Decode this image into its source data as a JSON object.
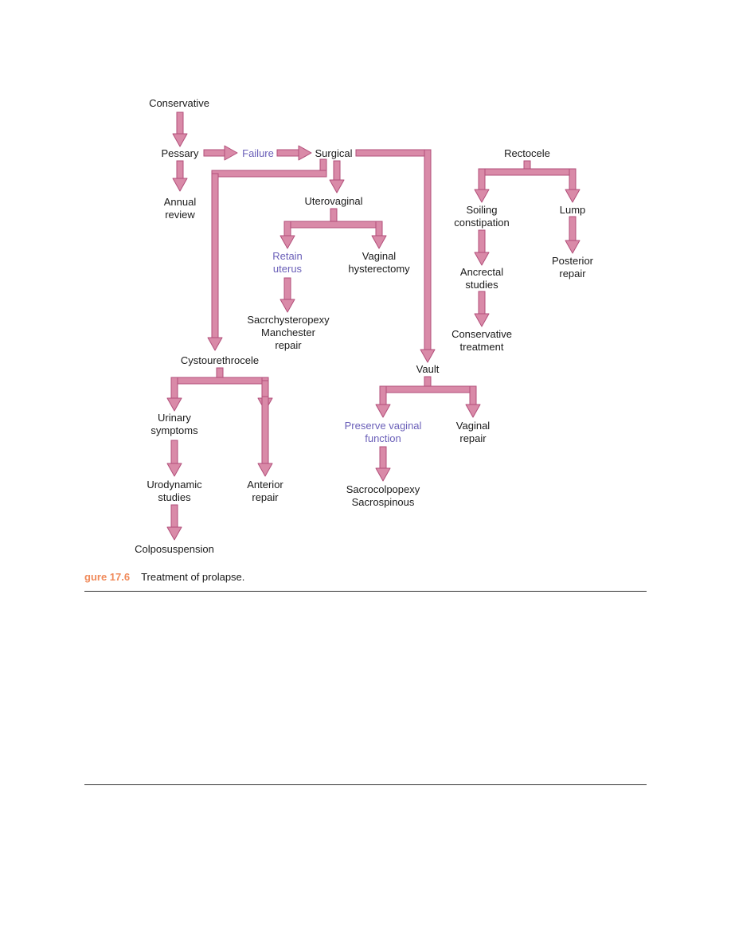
{
  "nodes": {
    "conservative": "Conservative",
    "pessary": "Pessary",
    "failure": "Failure",
    "surgical": "Surgical",
    "annual_review": "Annual\nreview",
    "uterovaginal": "Uterovaginal",
    "retain_uterus": "Retain\nuterus",
    "vaginal_hysterectomy": "Vaginal\nhysterectomy",
    "sacrohysteropexy": "Sacrchysteropexy\nManchester\nrepair",
    "cystourethrocele": "Cystourethrocele",
    "urinary_symptoms": "Urinary\nsymptoms",
    "anterior_repair": "Anterior\nrepair",
    "urodynamic_studies": "Urodynamic\nstudies",
    "colposuspension": "Colposuspension",
    "vault": "Vault",
    "preserve_vaginal_function": "Preserve vaginal\nfunction",
    "vaginal_repair": "Vaginal\nrepair",
    "sacrocolpopexy": "Sacrocolpopexy\nSacrospinous",
    "rectocele": "Rectocele",
    "soiling_constipation": "Soiling\nconstipation",
    "lump": "Lump",
    "posterior_repair": "Posterior\nrepair",
    "anorectal_studies": "Ancrectal\nstudies",
    "conservative_treatment": "Conservative\ntreatment"
  },
  "caption": {
    "number": "gure 17.6",
    "text": "Treatment of prolapse."
  },
  "colors": {
    "arrow_fill": "#d98aa8",
    "arrow_stroke": "#b24f7a",
    "highlight_text": "#6a5fb8",
    "caption_number": "#f08a5a"
  }
}
